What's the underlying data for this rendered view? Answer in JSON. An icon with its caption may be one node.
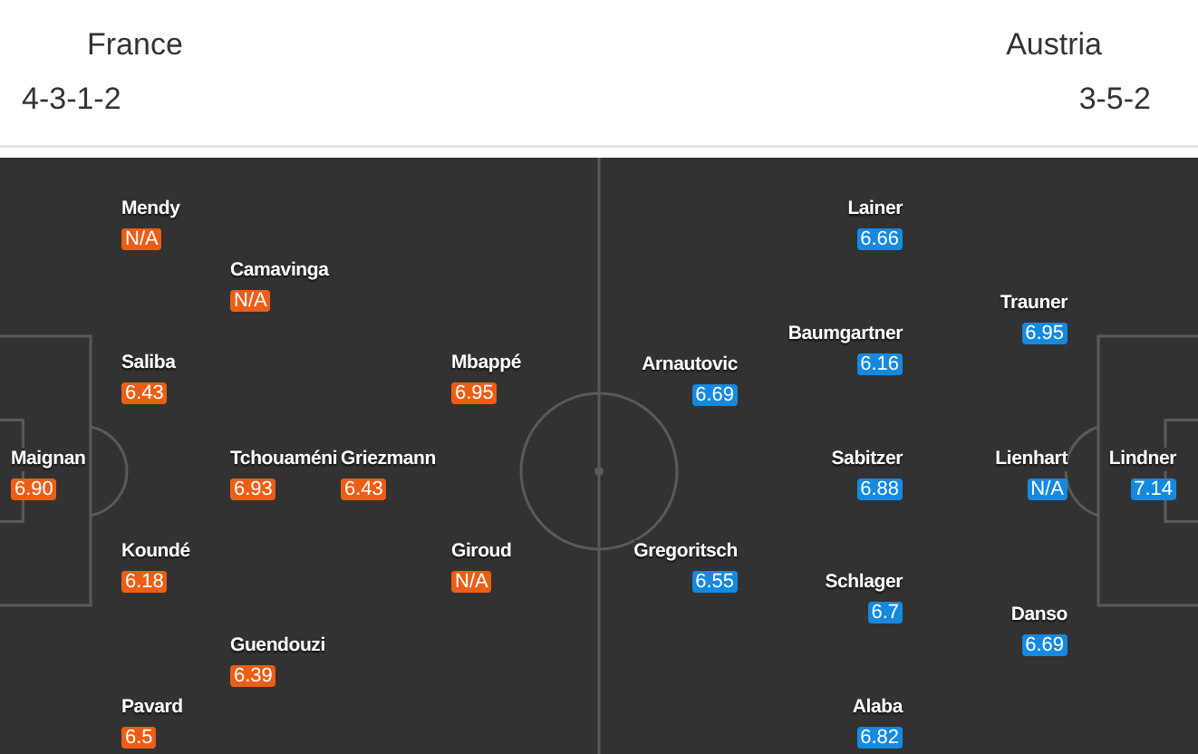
{
  "diagram": {
    "nodes": [
      {
        "text": [
          "Mendy",
          "N/A"
        ]
      },
      {
        "text": [
          "Camavinga",
          "N/A"
        ]
      },
      {
        "text": [
          "Saliba",
          "6.43"
        ]
      },
      {
        "text": [
          "Mbappé",
          "6.95"
        ]
      },
      {
        "text": [
          "Maignan",
          "6.90"
        ]
      },
      {
        "text": [
          "Tchouaméni",
          "6.93"
        ]
      },
      {
        "text": [
          "Griezmann",
          "6.43"
        ]
      },
      {
        "text": [
          "Koundé",
          "6.18"
        ]
      },
      {
        "text": [
          "Giroud",
          "N/A"
        ]
      },
      {
        "text": [
          "Guendouzi",
          "6.39"
        ]
      },
      {
        "text": [
          "Pavard",
          "6.5"
        ]
      },
      {
        "text": [
          "Lainer",
          "6.66"
        ]
      },
      {
        "text": [
          "Trauner",
          "6.95"
        ]
      },
      {
        "text": [
          "Baumgartner",
          "6.16"
        ]
      },
      {
        "text": [
          "Arnautovic",
          "6.69"
        ]
      },
      {
        "text": [
          "Sabitzer",
          "6.88"
        ]
      },
      {
        "text": [
          "Lienhart",
          "N/A"
        ]
      },
      {
        "text": [
          "Lindner",
          "7.14"
        ]
      },
      {
        "text": [
          "Gregoritsch",
          "6.55"
        ]
      },
      {
        "text": [
          "Schlager",
          "6.7"
        ]
      },
      {
        "text": [
          "Danso",
          "6.69"
        ]
      },
      {
        "text": [
          "Alaba",
          "6.82"
        ]
      }
    ],
    "labels": [
      "France",
      "Austria",
      "4-3-1-2",
      "3-5-2"
    ]
  }
}
